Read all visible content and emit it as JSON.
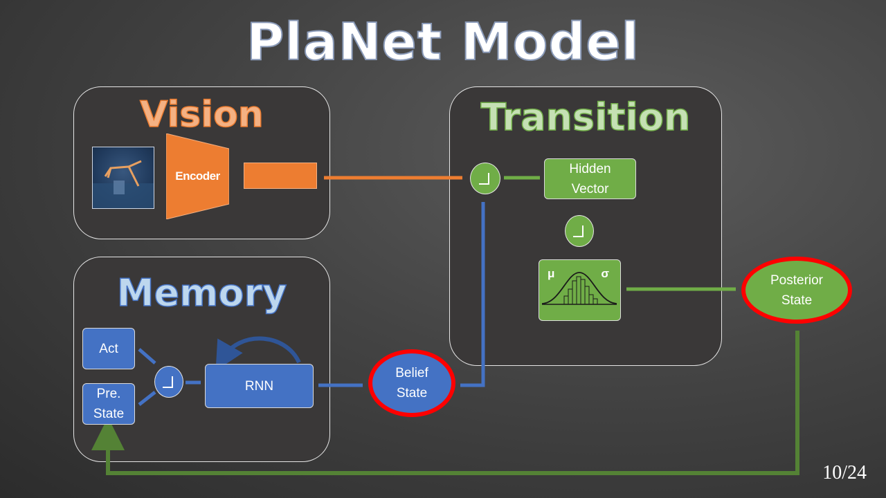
{
  "title": "PlaNet Model",
  "vision": {
    "title": "Vision",
    "encoder_label": "Encoder",
    "thumbnail_alt": "walker-environment-frame"
  },
  "transition": {
    "title": "Transition",
    "hidden_vector_label": "Hidden\nVector",
    "mu_symbol": "μ",
    "sigma_symbol": "σ"
  },
  "memory": {
    "title": "Memory",
    "act_label": "Act",
    "prev_state_label": "Pre.\nState",
    "rnn_label": "RNN"
  },
  "belief_state_label": "Belief\nState",
  "posterior_state_label": "Posterior\nState",
  "page_number": "10/24",
  "colors": {
    "orange": "#ed7d31",
    "green": "#70ad47",
    "dark_green": "#548235",
    "blue": "#4472c4",
    "highlight_red": "#ff0000",
    "panel_bg": "#3a3838"
  },
  "icons": {
    "relu": "relu-activation-icon",
    "gaussian": "gaussian-distribution-icon",
    "recurrent": "recurrent-arrow-icon"
  }
}
